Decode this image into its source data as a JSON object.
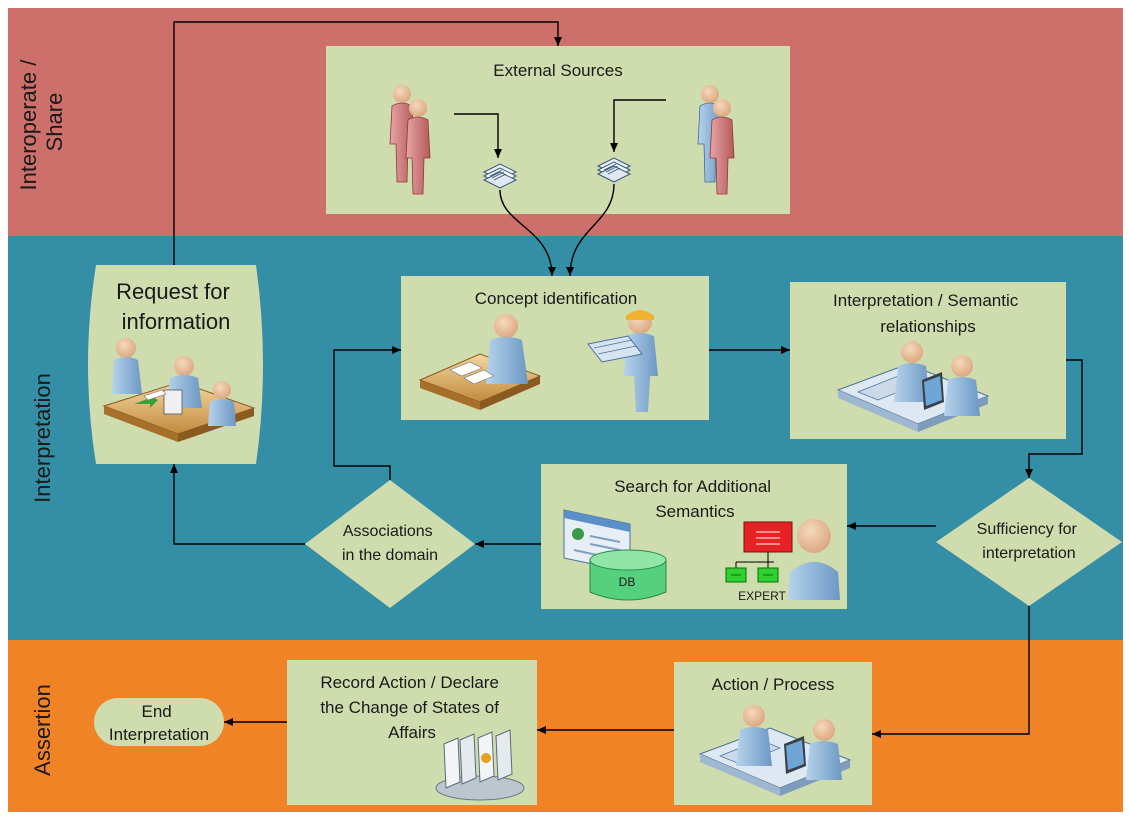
{
  "colors": {
    "lane_top": "#cd6f6a",
    "lane_mid": "#338ea6",
    "lane_bottom": "#ef8326",
    "box_fill": "#cfdcad",
    "arrow": "#000000"
  },
  "lanes": {
    "top": "Interoperate / Share",
    "top_line1": "Interoperate /",
    "top_line2": "Share",
    "middle": "Interpretation",
    "bottom": "Assertion"
  },
  "nodes": {
    "external_sources": "External Sources",
    "request_line1": "Request for",
    "request_line2": "information",
    "concept_identification": "Concept identification",
    "interpretation_line1": "Interpretation / Semantic",
    "interpretation_line2": "relationships",
    "search_line1": "Search for Additional",
    "search_line2": "Semantics",
    "db_label": "DB",
    "expert_label": "EXPERT",
    "associations_line1": "Associations",
    "associations_line2": "in the domain",
    "sufficiency_line1": "Sufficiency for",
    "sufficiency_line2": "interpretation",
    "action_process": "Action / Process",
    "record_line1": "Record Action / Declare",
    "record_line2": "the Change of States of",
    "record_line3": "Affairs",
    "end_line1": "End",
    "end_line2": "Interpretation"
  },
  "icons": [
    "people-group-icon",
    "documents-stack-icon",
    "meeting-desk-icon",
    "worker-desk-icon",
    "engineer-blueprint-icon",
    "computer-workstation-icon",
    "browser-window-icon",
    "database-icon",
    "org-chart-icon",
    "expert-person-icon",
    "document-archive-icon"
  ]
}
